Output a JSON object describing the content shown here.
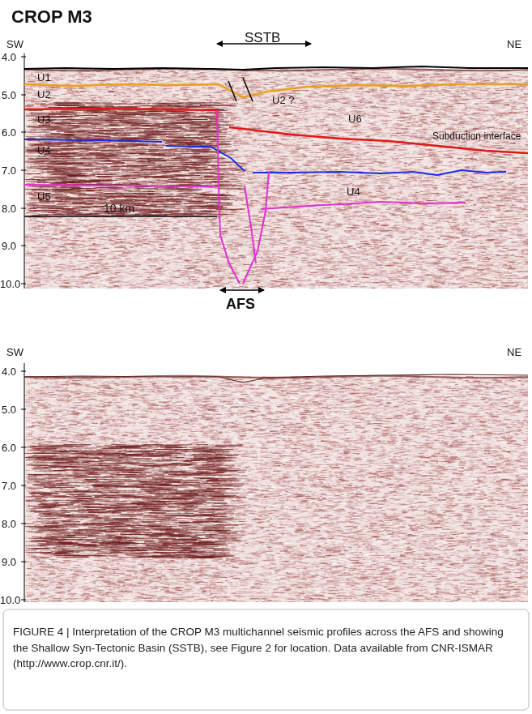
{
  "diagram": {
    "title": "CROP M3",
    "caption": "FIGURE 4 | Interpretation of the CROP M3 multichannel seismic profiles across the AFS and showing the Shallow Syn-Tectonic Basin (SSTB), see Figure 2 for location. Data available from CNR-ISMAR (http://www.crop.cnr.it/).",
    "labels": [
      "SSTB",
      "SW",
      "NE",
      "4.0",
      "5.0",
      "6.0",
      "7.0",
      "8.0",
      "9.0",
      "10.0",
      "U1",
      "U2",
      "U2 ?",
      "U3",
      "U4",
      "U6",
      "Subduction interface",
      "U4",
      "U5",
      "10 km",
      "AFS",
      "SW",
      "NE",
      "4.0",
      "5.0",
      "6.0",
      "7.0",
      "8.0",
      "9.0",
      "10.0"
    ]
  }
}
